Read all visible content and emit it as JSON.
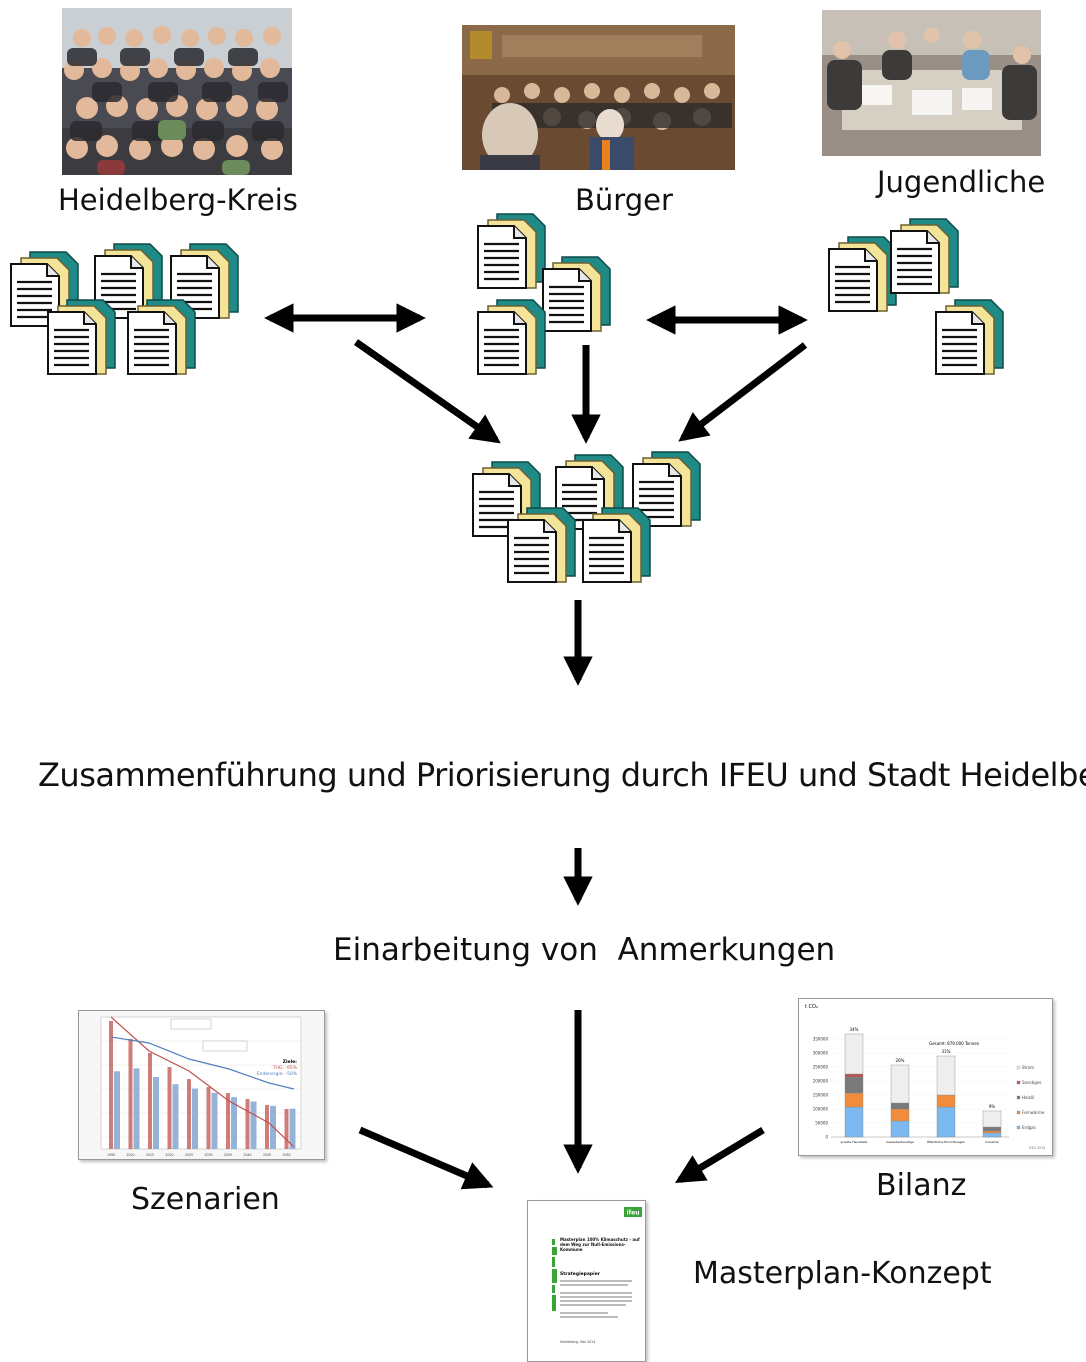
{
  "groups": {
    "heidelberg_kreis": "Heidelberg-Kreis",
    "buerger": "Bürger",
    "jugendliche": "Jugendliche"
  },
  "steps": {
    "merge": "Zusammenführung und Priorisierung durch IFEU und Stadt Heidelberg",
    "incorporate": "Einarbeitung von  Anmerkungen"
  },
  "inputs": {
    "szenarien": "Szenarien",
    "bilanz": "Bilanz",
    "masterplan": "Masterplan-Konzept"
  },
  "bilanz_chart": {
    "unit": "t CO₂",
    "total": "Gesamt: 879.000 Tonnen",
    "yticks": [
      "350000",
      "300000",
      "250000",
      "200000",
      "150000",
      "100000",
      "50000",
      "0"
    ],
    "categories": [
      "private Haushalte",
      "Gewerbe/Sonstige",
      "Öffentliche Einrichtungen",
      "Industrie"
    ],
    "shares": [
      "34%",
      "26%",
      "31%",
      "9%"
    ],
    "legend": [
      "Strom",
      "Sonstiges",
      "Heizöl",
      "Fernwärme",
      "Erdgas"
    ],
    "source": "IFEU 2010"
  },
  "szenarien_chart": {
    "ziele_label": "Ziele:",
    "ziel_thg": "THG: -95%",
    "ziel_energie": "Endenergie: -50%",
    "xticks": [
      "1990",
      "2010",
      "2015",
      "2020",
      "2025",
      "2030",
      "2035",
      "2040",
      "2045",
      "2050"
    ]
  },
  "masterplan_doc": {
    "logo": "ifeu",
    "title": "Masterplan 100% Klimaschutz - auf dem Weg zur Null-Emissions-Kommune",
    "subtitle": "Strategiepapier",
    "footer": "Heidelberg, Mai 2014"
  },
  "colors": {
    "doc_teal": "#1f8a86",
    "doc_yellow": "#f3e49a",
    "arrow": "#000000",
    "bar_blue": "#7cb9f0",
    "bar_orange": "#f08c3c",
    "bar_gray": "#7a7a7a",
    "bar_red": "#c0504d",
    "doc_green": "#3aa536"
  }
}
